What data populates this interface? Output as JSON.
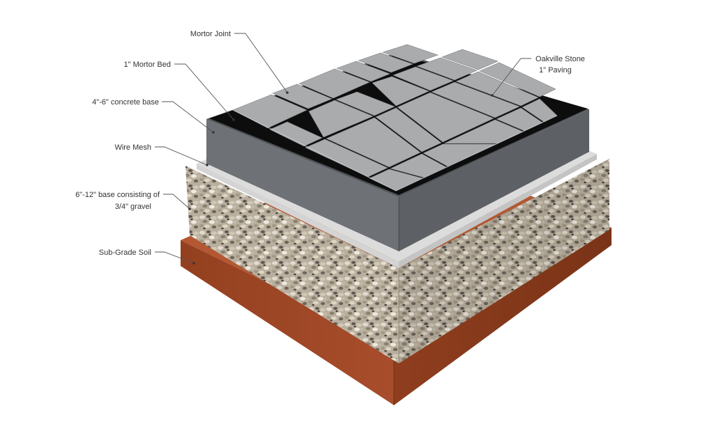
{
  "diagram": {
    "labels": {
      "mortar_joint": "Mortor Joint",
      "mortar_bed": "1\" Mortor Bed",
      "concrete_base": "4\"-6\" concrete base",
      "wire_mesh": "Wire Mesh",
      "gravel_line1": "6\"-12\" base consisting of",
      "gravel_line2": "3/4\" gravel",
      "subgrade": "Sub-Grade Soil",
      "paving_line1": "Oakville Stone",
      "paving_line2": "1\" Paving"
    },
    "colors": {
      "soil": "#a24a2a",
      "gravel": "#b5ab9a",
      "wire_mesh": "#cfcfcf",
      "concrete": "#707378",
      "mortar_bed": "#0d0d0d",
      "paving_stone": "#a7a9ab"
    }
  }
}
